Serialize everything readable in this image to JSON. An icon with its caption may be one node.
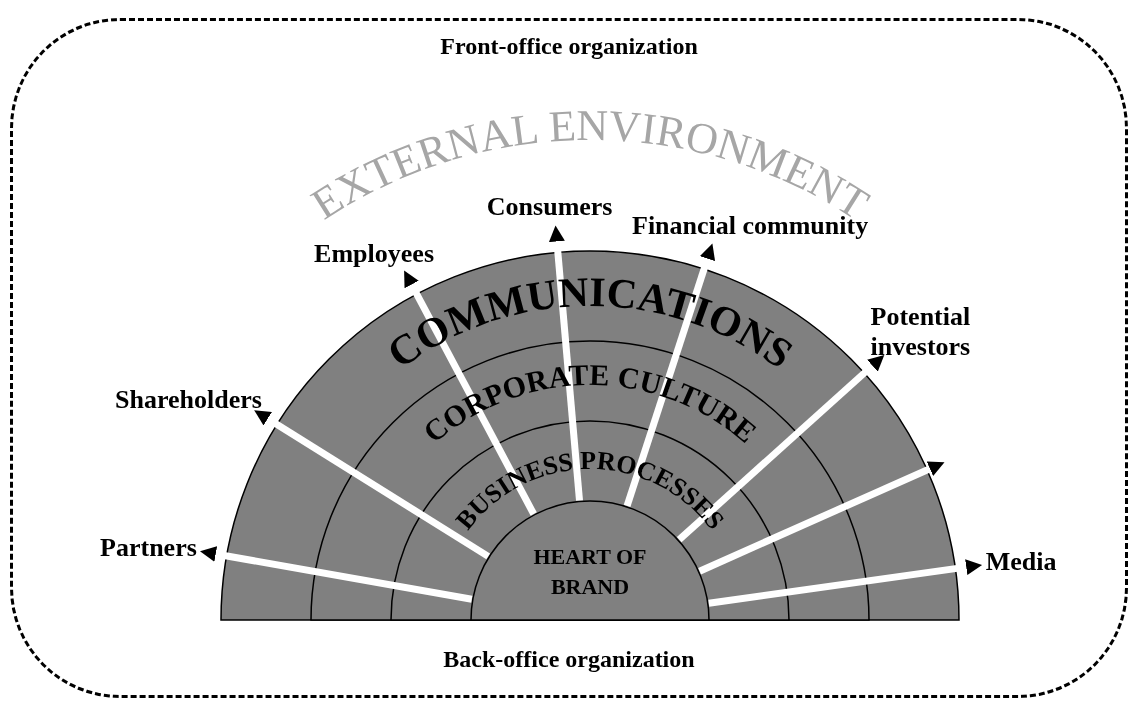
{
  "diagram": {
    "nodes": [
      {
        "text": [
          "Front-office organization",
          "EXTERNAL ENVIRONMENT",
          "Back-office organization"
        ]
      },
      {
        "text": [
          "COMMUNICATIONS"
        ],
        "in": 0
      },
      {
        "text": [
          "CORPORATE CULTURE"
        ],
        "in": 1
      },
      {
        "text": [
          "BUSINESS PROCESSES"
        ],
        "in": 2
      },
      {
        "text": [
          "HEART OF BRAND"
        ],
        "in": 3
      },
      {
        "text": [
          "Partners"
        ],
        "in": 0
      },
      {
        "text": [
          "Shareholders"
        ],
        "in": 0
      },
      {
        "text": [
          "Employees"
        ],
        "in": 0
      },
      {
        "text": [
          "Consumers"
        ],
        "in": 0
      },
      {
        "text": [
          "Financial community"
        ],
        "in": 0
      },
      {
        "text": [
          "Potential investors"
        ],
        "in": 0
      },
      {
        "text": [
          "Media"
        ],
        "in": 0
      }
    ],
    "edges": [
      {
        "from": 4,
        "to": 5,
        "arrow": "to"
      },
      {
        "from": 4,
        "to": 6,
        "arrow": "to"
      },
      {
        "from": 4,
        "to": 7,
        "arrow": "to"
      },
      {
        "from": 4,
        "to": 8,
        "arrow": "to"
      },
      {
        "from": 4,
        "to": 9,
        "arrow": "to"
      },
      {
        "from": 4,
        "to": 10,
        "arrow": "to"
      },
      {
        "from": 4,
        "to": null,
        "arrow": "to"
      },
      {
        "from": 4,
        "to": 11,
        "arrow": "to"
      }
    ]
  }
}
